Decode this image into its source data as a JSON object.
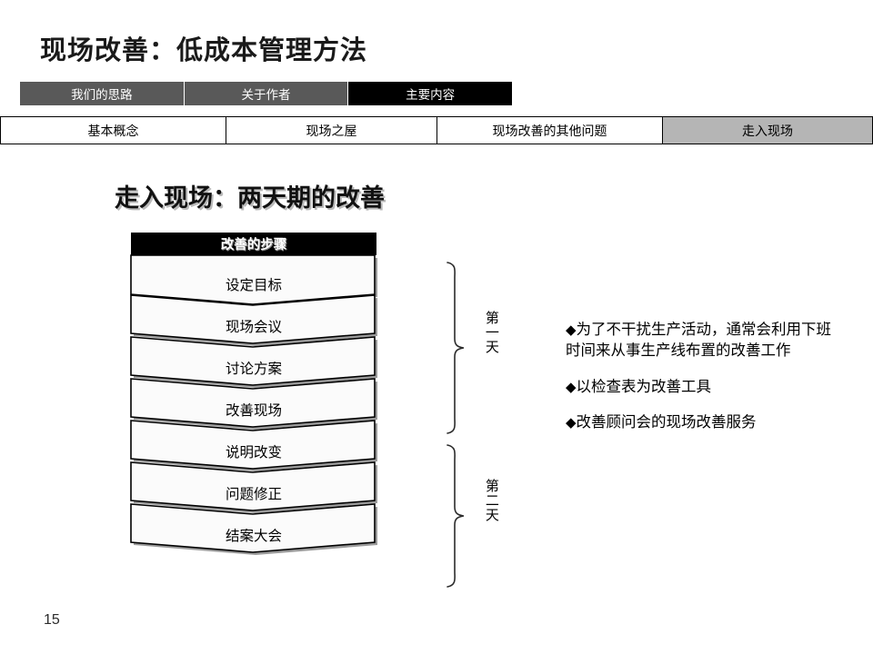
{
  "slide": {
    "title": "现场改善：低成本管理方法",
    "page_number": "15"
  },
  "nav_primary": {
    "items": [
      {
        "label": "我们的思路",
        "active": false
      },
      {
        "label": "关于作者",
        "active": false
      },
      {
        "label": "主要内容",
        "active": true
      }
    ]
  },
  "nav_secondary": {
    "items": [
      {
        "label": "基本概念",
        "active": false
      },
      {
        "label": "现场之屋",
        "active": false
      },
      {
        "label": "现场改善的其他问题",
        "active": false
      },
      {
        "label": "走入现场",
        "active": true
      }
    ]
  },
  "section": {
    "heading": "走入现场：两天期的改善"
  },
  "flow": {
    "header": "改善的步骤",
    "steps": [
      "设定目标",
      "现场会议",
      "讨论方案",
      "改善现场",
      "说明改变",
      "问题修正",
      "结案大会"
    ]
  },
  "braces": [
    {
      "label": "第一天"
    },
    {
      "label": "第二天"
    }
  ],
  "bullets": [
    {
      "marker": "◆",
      "text": "为了不干扰生产活动，通常会利用下班时间来从事生产线布置的改善工作"
    },
    {
      "marker": "◆",
      "text": "以检查表为改善工具"
    },
    {
      "marker": "◆",
      "text": "改善顾问会的现场改善服务"
    }
  ],
  "colors": {
    "nav_primary_inactive": "#595959",
    "nav_primary_active": "#000000",
    "nav_secondary_active": "#b5b5b5",
    "flow_header_bg": "#000000",
    "chevron_fill": "#fbfbfb",
    "chevron_stroke": "#000000",
    "shadow": "#9a9a9a"
  }
}
